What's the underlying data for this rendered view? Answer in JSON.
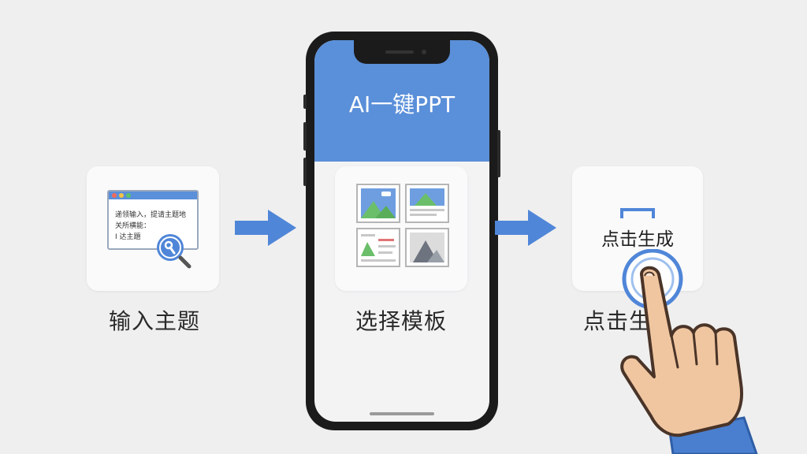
{
  "steps": {
    "input": {
      "label": "输入主题",
      "window_lines": [
        "递领输入，提请主题地",
        "关所横能：",
        "I 达主題"
      ]
    },
    "template": {
      "label": "选择模板"
    },
    "generate": {
      "label": "点击生",
      "button_text": "点击生成"
    }
  },
  "phone": {
    "app_title": "AI一键PPT"
  },
  "icons": {
    "search": "magnifier-icon",
    "arrow": "right-arrow-icon",
    "hand": "pointing-hand-icon"
  },
  "colors": {
    "accent": "#5a8fd9",
    "background": "#efefef",
    "skin": "#f0c6a0",
    "sleeve": "#4a7fcf"
  }
}
